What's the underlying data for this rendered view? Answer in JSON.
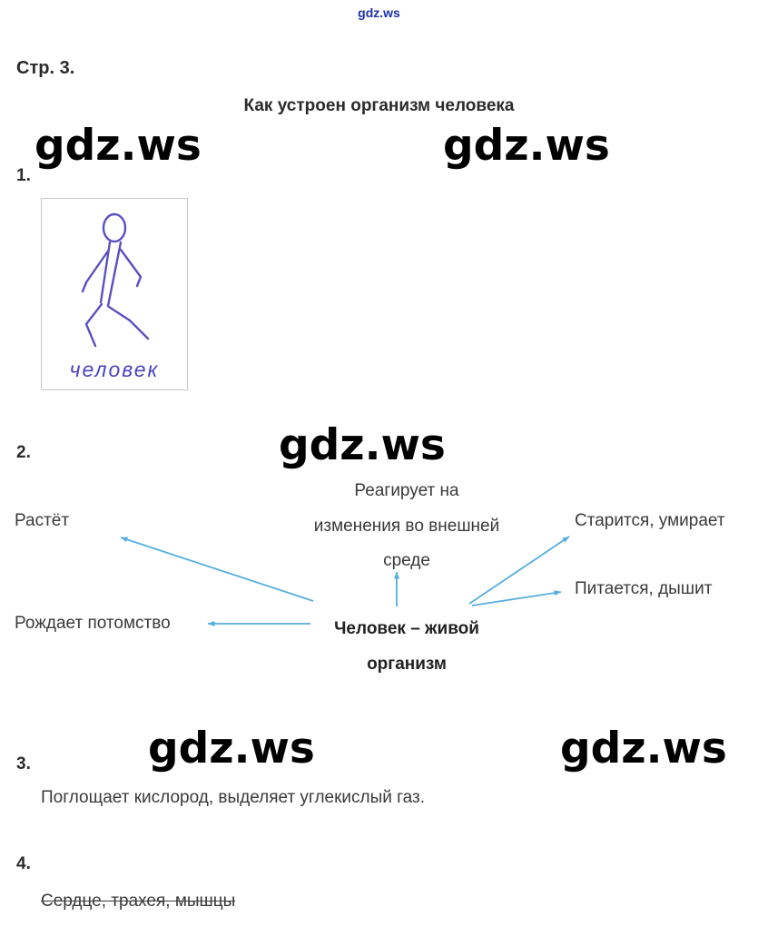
{
  "header": {
    "site_watermark": "gdz.ws",
    "page_label": "Стр. 3.",
    "title": "Как устроен организм человека"
  },
  "watermark": {
    "text": "gdz.ws"
  },
  "tasks": {
    "one": {
      "number": "1."
    },
    "two": {
      "number": "2."
    },
    "three": {
      "number": "3.",
      "answer": "Поглощает кислород, выделяет углекислый газ."
    },
    "four": {
      "number": "4.",
      "answer": "Сердце, трахея, мышцы"
    }
  },
  "figure": {
    "caption": "человек"
  },
  "diagram": {
    "center": {
      "line1": "Человек – живой",
      "line2": "организм"
    },
    "top": {
      "line1": "Реагирует на",
      "line2": "изменения во внешней",
      "line3": "среде"
    },
    "left_top": "Растёт",
    "left_bottom": "Рождает потомство",
    "right_top": "Старится, умирает",
    "right_bottom": "Питается, дышит",
    "arrow_color": "#56aede"
  },
  "colors": {
    "ink_blue": "#5a51c0",
    "body_text": "#3a3a3a",
    "watermark_blue": "#1f2fae"
  }
}
